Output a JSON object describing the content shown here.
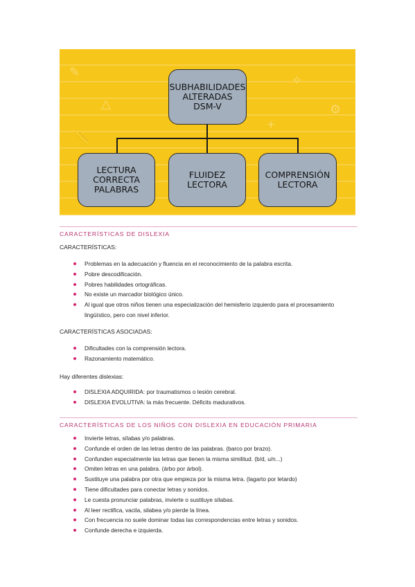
{
  "diagram": {
    "root": "SUBHABILIDADES\nALTERADAS\nDSM-V",
    "children": [
      "LECTURA\nCORRECTA\nPALABRAS",
      "FLUIDEZ\nLECTORA",
      "COMPRENSIÓN\nLECTORA"
    ],
    "colors": {
      "background": "#f7c61b",
      "node": "#a3afbd",
      "border": "#2c2c2c"
    }
  },
  "section1": {
    "title": "CARACTERÍSTICAS DE DISLEXIA",
    "sub1": "CARACTERÍSTICAS:",
    "list1": [
      "Problemas en la adecuación y fluencia en el reconocimiento de la palabra escrita.",
      "Pobre descodificación.",
      "Pobres habilidades ortográficas.",
      "No existe un marcador biológico único.",
      "Al igual que otros niños tienen una especialización del hemisferio izquierdo para el procesamiento lingüístico, pero con nivel inferior."
    ],
    "sub2": "CARACTERÍSTICAS ASOCIADAS:",
    "list2": [
      "Dificultades con la comprensión lectora.",
      "Razonamiento matemático."
    ],
    "sub3": "Hay diferentes dislexias:",
    "list3": [
      "DISLEXIA ADQUIRIDA: por traumatismos o lesión cerebral.",
      "DISLEXIA EVOLUTIVA: la más frecuente. Déficits madurativos."
    ]
  },
  "section2": {
    "title": "CARACTERÍSTICAS DE LOS NIÑOS CON DISLEXIA EN EDUCACIÓN PRIMARIA",
    "list": [
      "Invierte letras, sílabas y/o palabras.",
      "Confunde el orden de las letras dentro de las palabras. (barco por brazo).",
      "Confunden especialmente las letras que tienen la misma similitud. (b/d, u/n...)",
      "Omiten letras en una palabra. (árbo por árbol).",
      "Sustituye una palabra por otra que empieza por la misma letra. (lagarto por letardo)",
      "Tiene dificultades para conectar letras y sonidos.",
      "Le cuesta pronunciar palabras, invierte o sustituye sílabas.",
      "Al leer rectifica, vacila, silabea y/o pierde la línea.",
      "Con frecuencia no suele dominar todas las correspondencias entre letras y sonidos.",
      "Confunde derecha e izquierda."
    ]
  }
}
